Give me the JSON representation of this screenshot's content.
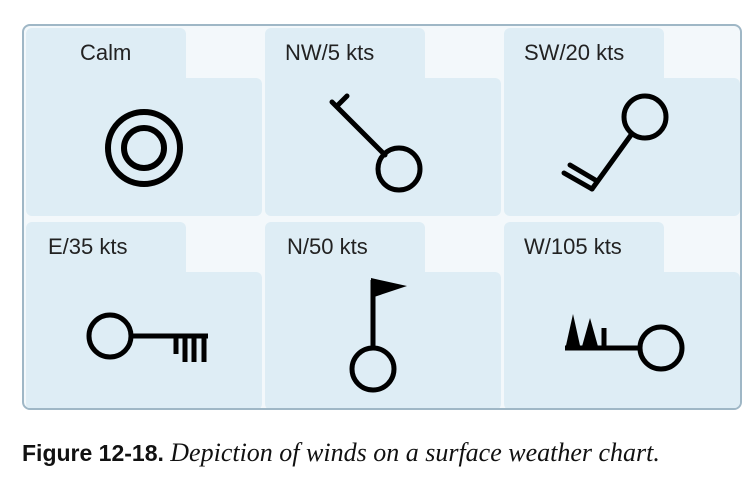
{
  "figure": {
    "cells": [
      {
        "label": "Calm",
        "symbol": "calm-wind-symbol-icon"
      },
      {
        "label": "NW/5 kts",
        "symbol": "nw-5kt-wind-barb-icon"
      },
      {
        "label": "SW/20 kts",
        "symbol": "sw-20kt-wind-barb-icon"
      },
      {
        "label": "E/35 kts",
        "symbol": "e-35kt-wind-barb-icon"
      },
      {
        "label": "N/50 kts",
        "symbol": "n-50kt-wind-barb-icon"
      },
      {
        "label": "W/105 kts",
        "symbol": "w-105kt-wind-barb-icon"
      }
    ],
    "caption_number": "Figure 12-18.",
    "caption_text": "Depiction of winds on a surface weather chart."
  },
  "colors": {
    "panel": "#deedf5",
    "border": "#9fb7c6",
    "symbol": "#000000"
  }
}
